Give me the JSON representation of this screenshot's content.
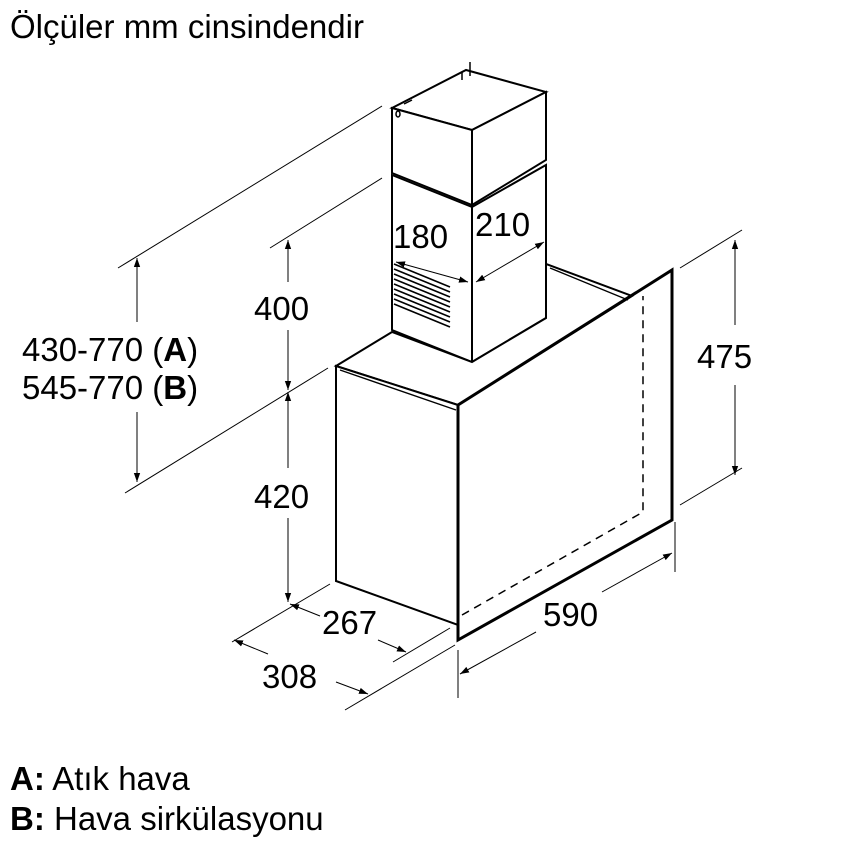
{
  "title": "Ölçüler mm cinsindendir",
  "dimensions": {
    "chimney_depth": "180",
    "chimney_width": "210",
    "chimney_height": "400",
    "body_height": "420",
    "total_height_a": "430-770 (",
    "total_height_a_key": "A",
    "total_height_b": "545-770 (",
    "total_height_b_key": "B",
    "close_paren": ")",
    "glass_height": "475",
    "inner_depth": "267",
    "outer_depth": "308",
    "width": "590"
  },
  "legend": [
    {
      "key": "A:",
      "label": "Atık hava"
    },
    {
      "key": "B:",
      "label": "Hava sirkülasyonu"
    }
  ],
  "colors": {
    "line": "#000000",
    "background": "#ffffff"
  }
}
